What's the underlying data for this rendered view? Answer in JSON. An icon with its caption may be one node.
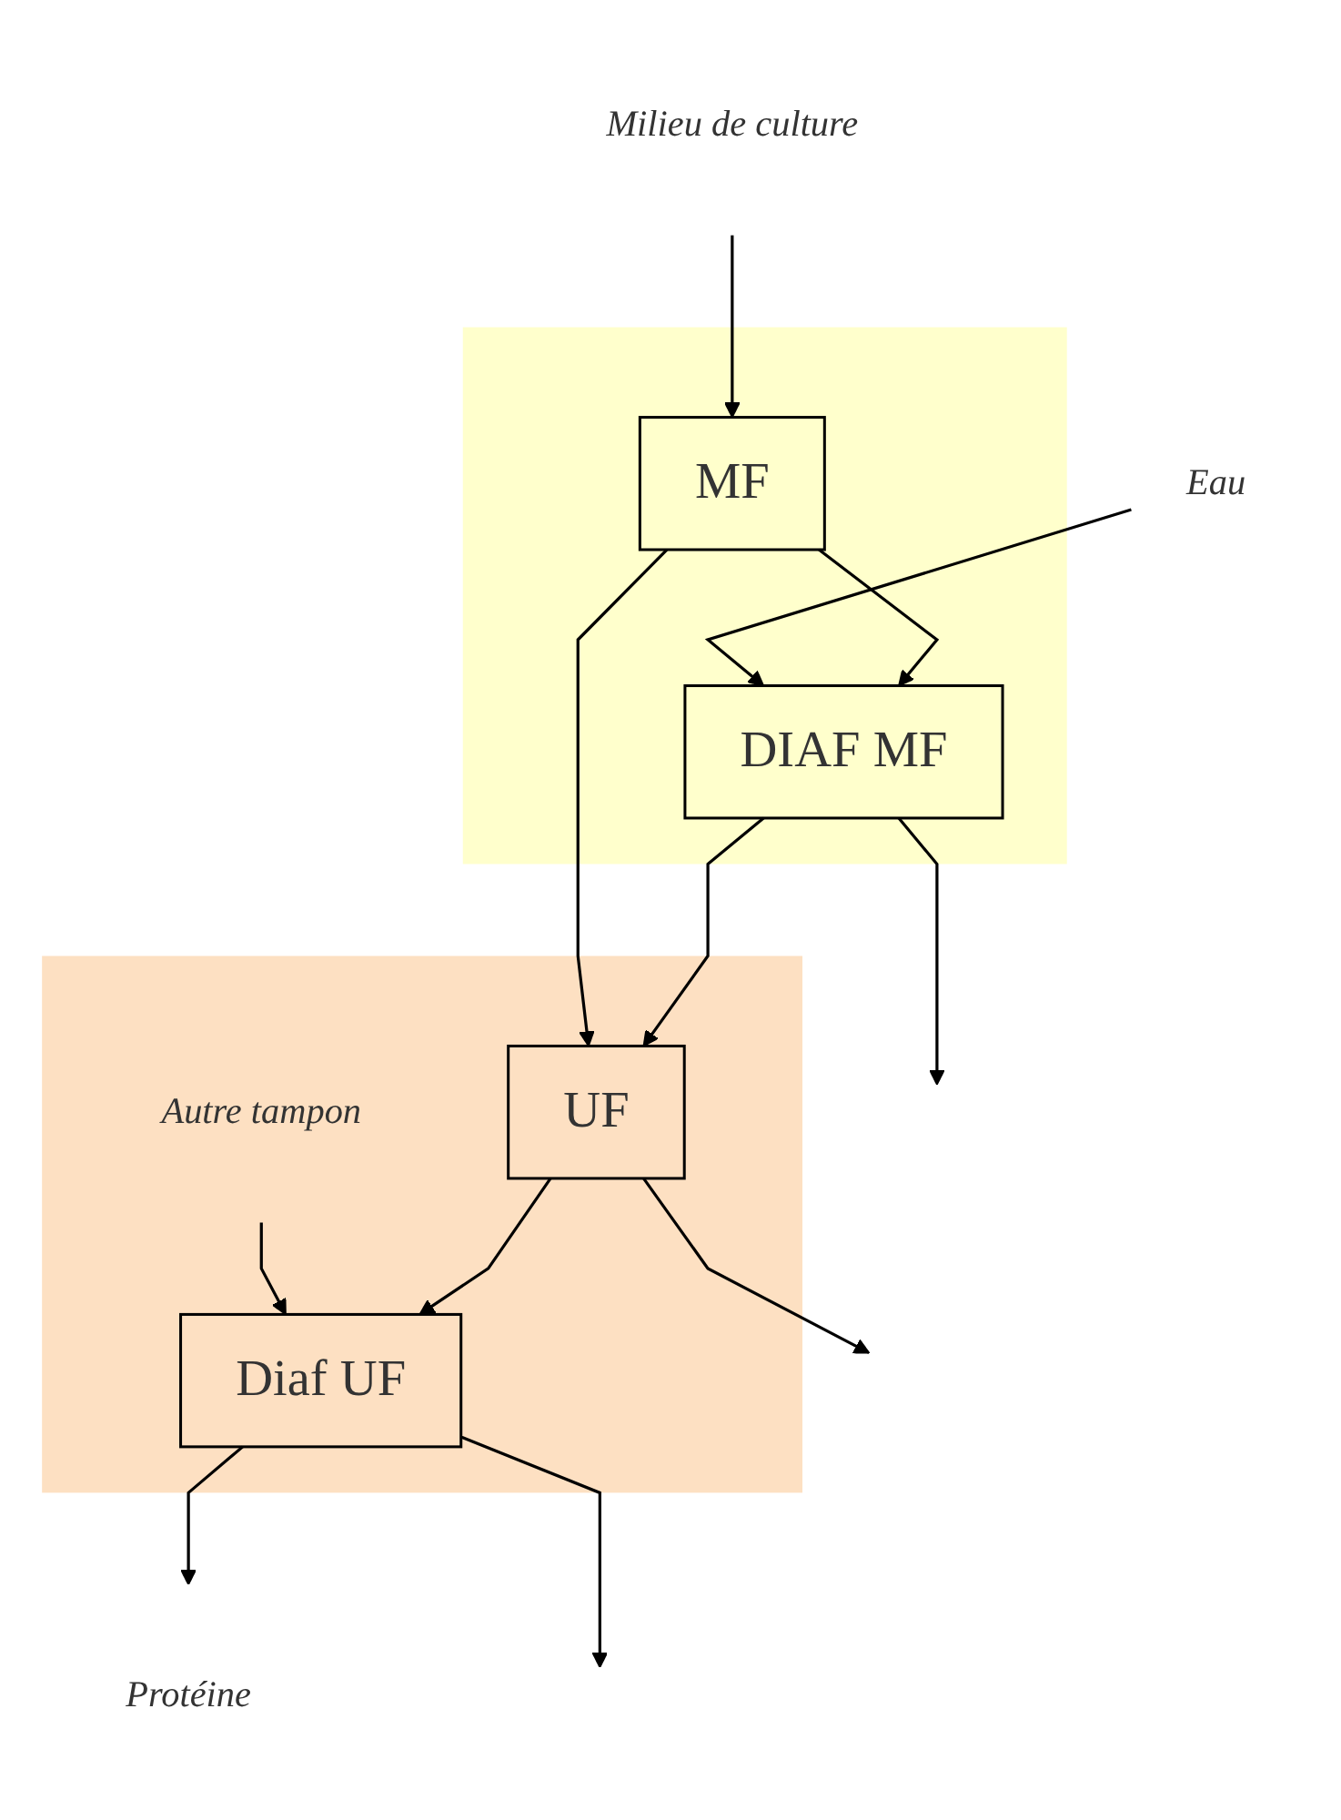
{
  "diagram": {
    "nodes": [
      {
        "text": [],
        "shape": "box"
      },
      {
        "text": [
          "Milieu de culture"
        ]
      },
      {
        "text": [
          "Eau"
        ]
      },
      {
        "text": [
          "MF"
        ],
        "in": 0
      },
      {
        "text": [
          "DIAF MF"
        ],
        "in": 0
      },
      {
        "text": [],
        "shape": "box"
      },
      {
        "text": [
          "Autre tampon"
        ],
        "in": 5
      },
      {
        "text": [
          "UF"
        ],
        "in": 5
      },
      {
        "text": [
          "Diaf UF"
        ],
        "in": 5
      },
      {
        "text": [
          "Protéine"
        ]
      }
    ],
    "edges": [
      {
        "from": 1,
        "to": 3,
        "arrow": "to"
      },
      {
        "from": 2,
        "to": 4,
        "arrow": "to"
      },
      {
        "from": 3,
        "to": 4,
        "arrow": "to"
      },
      {
        "from": 4,
        "to": null,
        "arrow": "to"
      },
      {
        "from": 3,
        "to": 7,
        "arrow": "to"
      },
      {
        "from": 4,
        "to": 7,
        "arrow": "to"
      },
      {
        "from": 6,
        "to": 8,
        "arrow": "to"
      },
      {
        "from": 7,
        "to": 8,
        "arrow": "to"
      },
      {
        "from": 7,
        "to": null,
        "arrow": "to"
      },
      {
        "from": 8,
        "to": 9,
        "arrow": "to"
      },
      {
        "from": 8,
        "to": null,
        "arrow": "to"
      }
    ]
  }
}
